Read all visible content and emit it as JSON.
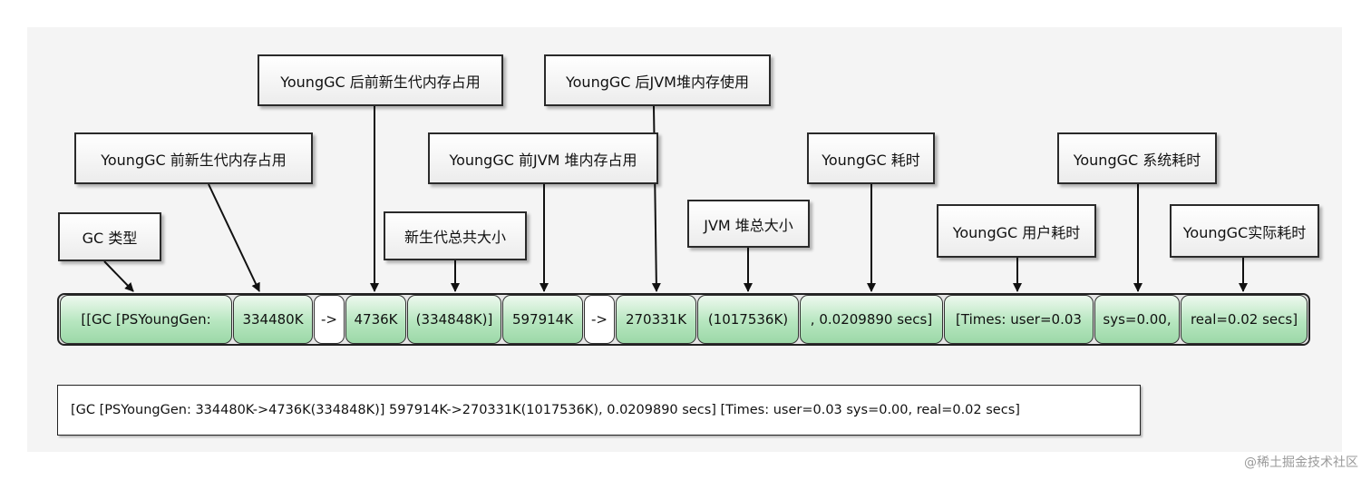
{
  "annotations": [
    {
      "id": "gc-type",
      "text": "GC 类型"
    },
    {
      "id": "young-before",
      "text": "YoungGC 前新生代内存占用"
    },
    {
      "id": "young-after",
      "text": "YoungGC 后前新生代内存占用"
    },
    {
      "id": "young-total",
      "text": "新生代总共大小"
    },
    {
      "id": "heap-before",
      "text": "YoungGC 前JVM 堆内存占用"
    },
    {
      "id": "heap-after",
      "text": "YoungGC 后JVM堆内存使用"
    },
    {
      "id": "heap-total",
      "text": "JVM 堆总大小"
    },
    {
      "id": "gc-time",
      "text": "YoungGC 耗时"
    },
    {
      "id": "user-time",
      "text": "YoungGC 用户耗时"
    },
    {
      "id": "sys-time",
      "text": "YoungGC 系统耗时"
    },
    {
      "id": "real-time",
      "text": "YoungGC实际耗时"
    }
  ],
  "segments": [
    {
      "id": "gc-type",
      "text": "[[GC [PSYoungGen:"
    },
    {
      "id": "young-before",
      "text": "334480K"
    },
    {
      "id": "arrow-1",
      "text": "->"
    },
    {
      "id": "young-after",
      "text": "4736K"
    },
    {
      "id": "young-total",
      "text": "(334848K)]"
    },
    {
      "id": "heap-before",
      "text": "597914K"
    },
    {
      "id": "arrow-2",
      "text": "->"
    },
    {
      "id": "heap-after",
      "text": "270331K"
    },
    {
      "id": "heap-total",
      "text": "(1017536K)"
    },
    {
      "id": "gc-time",
      "text": ", 0.0209890 secs]"
    },
    {
      "id": "user-time",
      "text": "[Times: user=0.03"
    },
    {
      "id": "sys-time",
      "text": "sys=0.00,"
    },
    {
      "id": "real-time",
      "text": "real=0.02 secs]"
    }
  ],
  "summary": "[GC [PSYoungGen: 334480K->4736K(334848K)] 597914K->270331K(1017536K), 0.0209890 secs] [Times: user=0.03 sys=0.00, real=0.02 secs]",
  "watermark": "@稀土掘金技术社区",
  "colors": {
    "segment_green": "#b6e6bf",
    "border": "#2a2a2a",
    "panel": "#f4f4f4"
  }
}
